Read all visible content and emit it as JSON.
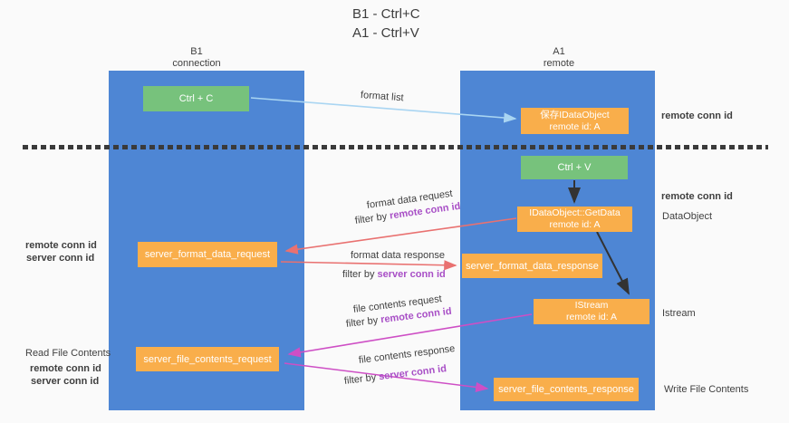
{
  "title": {
    "line1": "B1 - Ctrl+C",
    "line2": "A1 - Ctrl+V"
  },
  "columns": {
    "left": {
      "name": "B1",
      "role": "connection"
    },
    "right": {
      "name": "A1",
      "role": "remote"
    }
  },
  "nodes": {
    "ctrl_c": "Ctrl + C",
    "ctrl_v": "Ctrl + V",
    "save_dataobject": {
      "line1": "保存IDataObject",
      "line2": "remote id: A"
    },
    "getdata": {
      "line1": "IDataObject::GetData",
      "line2": "remote id: A"
    },
    "istream": {
      "line1": "IStream",
      "line2": "remote id: A"
    },
    "server_format_data_request": "server_format_data_request",
    "server_format_data_response": "server_format_data_response",
    "server_file_contents_request": "server_file_contents_request",
    "server_file_contents_response": "server_file_contents_response"
  },
  "arrow_labels": {
    "format_list": "format list",
    "format_data_request": "format data request",
    "format_data_response": "format data response",
    "file_contents_request": "file contents request",
    "file_contents_response": "file contents response",
    "filter_by": "filter by",
    "remote_conn_id": "remote conn id",
    "server_conn_id": "server conn id"
  },
  "side_labels": {
    "remote_conn_id_top": "remote conn id",
    "remote_conn_id_mid": "remote conn id",
    "dataobject": "DataObject",
    "istream": "Istream",
    "left_remote_conn_id": "remote conn id",
    "left_server_conn_id": "server conn id",
    "read_file_contents": "Read File Contents",
    "read_remote_conn_id": "remote conn id",
    "read_server_conn_id": "server conn id",
    "write_file_contents": "Write File Contents"
  },
  "colors": {
    "background": "#fafafa",
    "lane_blue": "#4e86d4",
    "box_green": "#77c27c",
    "box_orange": "#f9ae4b",
    "arrow_light_blue": "#a9d5f2",
    "arrow_red": "#e97170",
    "arrow_magenta": "#ce4fc5",
    "arrow_black": "#333333",
    "text_purple": "#a84fc6",
    "text_green": "#57bb5c",
    "text_dark": "#3f3f3f"
  }
}
